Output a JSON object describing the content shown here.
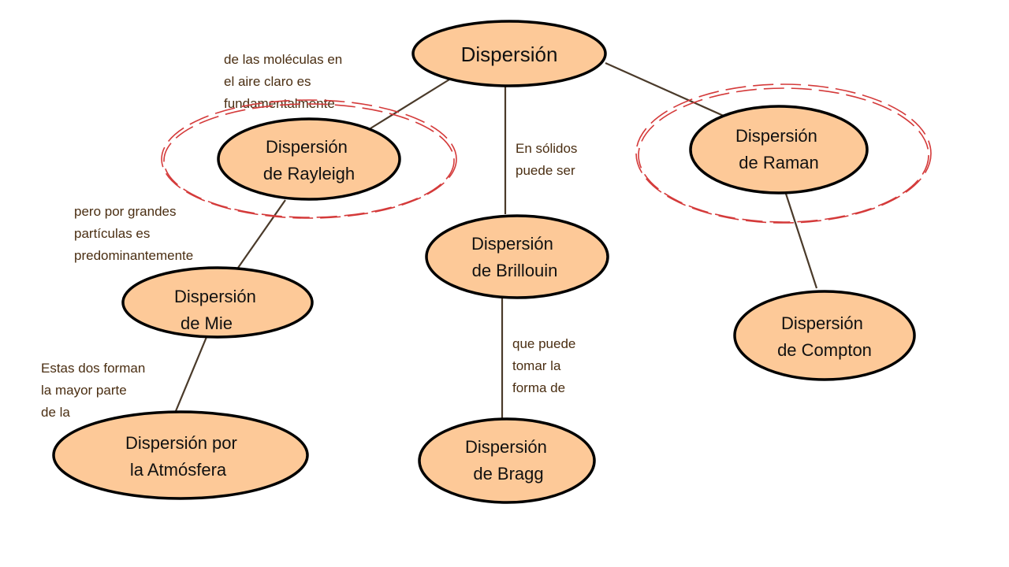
{
  "nodes": {
    "root": {
      "lines": [
        "Dispersión"
      ]
    },
    "rayleigh": {
      "lines": [
        "Dispersión",
        "de Rayleigh"
      ]
    },
    "raman": {
      "lines": [
        "Dispersión",
        "de Raman"
      ]
    },
    "brillouin": {
      "lines": [
        "Dispersión",
        "de Brillouin"
      ]
    },
    "mie": {
      "lines": [
        "Dispersión",
        "de Mie"
      ]
    },
    "compton": {
      "lines": [
        "Dispersión",
        "de Compton"
      ]
    },
    "atmosfera": {
      "lines": [
        "Dispersión por",
        "la Atmósfera"
      ]
    },
    "bragg": {
      "lines": [
        "Dispersión",
        "de Bragg"
      ]
    }
  },
  "edge_labels": {
    "root_rayleigh": [
      "de las moléculas en",
      "el aire claro es",
      "fundamentalmente"
    ],
    "root_brillouin": [
      "En sólidos",
      "puede ser"
    ],
    "rayleigh_mie": [
      "pero por grandes",
      "partículas es",
      "predominantemente"
    ],
    "mie_atmosfera": [
      "Estas dos forman",
      "la mayor parte",
      "de la"
    ],
    "brillouin_bragg": [
      "que puede",
      "tomar la",
      "forma de"
    ]
  },
  "highlighted_nodes": [
    "rayleigh",
    "raman"
  ],
  "colors": {
    "node_fill": "#fdc998",
    "node_border": "#000000",
    "edge": "#4a3a2a",
    "edge_label_text": "#4a2e12",
    "highlight_dash": "#d43a3a"
  }
}
